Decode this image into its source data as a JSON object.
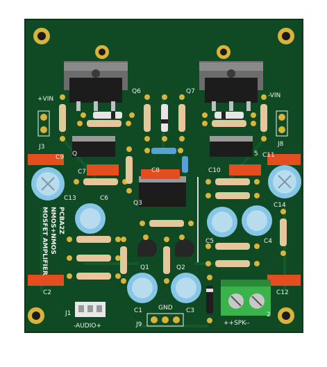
{
  "colors": {
    "board": "#0f4a24",
    "board_edge": "#0a3518",
    "silkscreen": "#f2f2f2",
    "copper_pad": "#d8b43a",
    "resistor_body": "#e4c79a",
    "cap_body": "#86c6e6",
    "orange_cap": "#e24e1f",
    "heatsink": "#6c6c6c",
    "terminal_green": "#39b34a"
  },
  "labels": {
    "vin_pos": "+VIN",
    "vin_neg": "-VIN",
    "j3": "J3",
    "j8": "J8",
    "q": "Q",
    "q6": "Q6",
    "q7": "Q7",
    "c9": "C9",
    "c11": "C11",
    "c7": "C7",
    "c8": "C8",
    "c10": "C10",
    "c13": "C13",
    "c6": "C6",
    "c14": "C14",
    "q3": "Q3",
    "c5": "C5",
    "c4": "C4",
    "q1": "Q1",
    "q2": "Q2",
    "c2": "C2",
    "c12": "C12",
    "c1": "C1",
    "c3": "C3",
    "gnd": "GND",
    "j1": "J1",
    "j9": "J9",
    "audio": "-AUDIO+",
    "spk": "++SPK--",
    "pcb_name": "PCBA2Z",
    "nmos_line": "NMOS+NMOS",
    "mosfet_line": "MOSFET AMPLIFIER",
    "five": "5",
    "two": "2"
  }
}
